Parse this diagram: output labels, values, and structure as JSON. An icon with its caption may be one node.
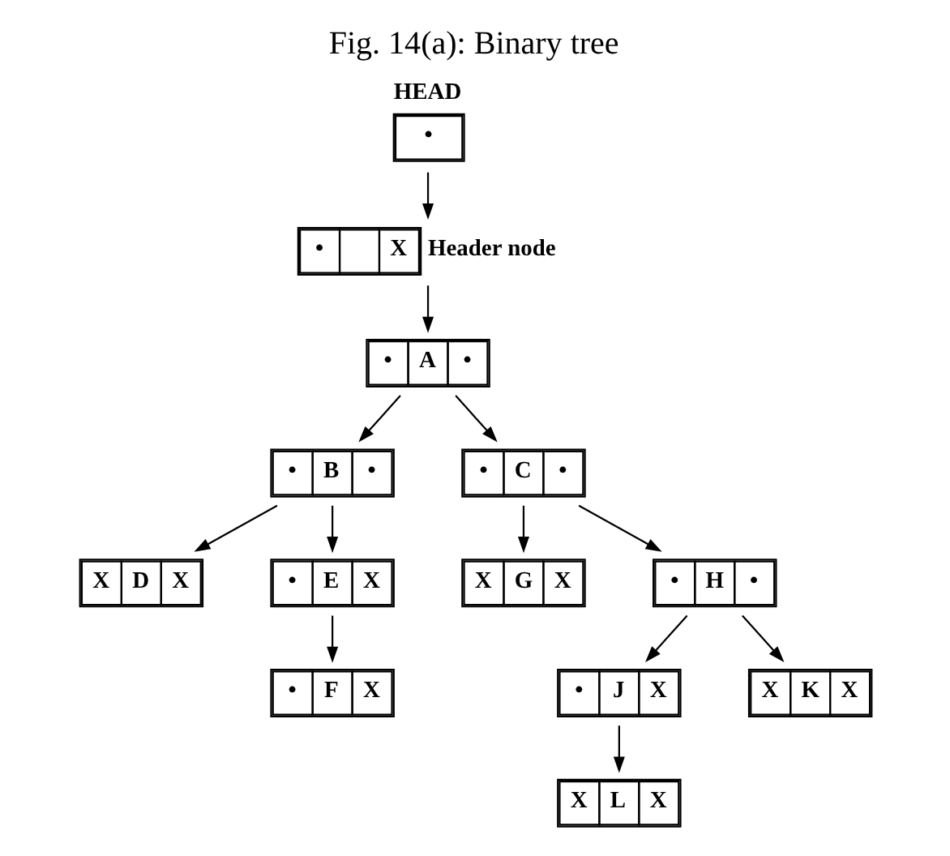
{
  "diagram": {
    "title": "Fig. 14(a): Binary tree",
    "nodes": [
      {
        "text": [
          "•"
        ],
        "beside": [
          "HEAD"
        ]
      },
      {
        "text": [
          "•",
          "X"
        ],
        "beside": [
          "Header node"
        ]
      },
      {
        "text": [
          "•",
          "A",
          "•"
        ]
      },
      {
        "text": [
          "•",
          "B",
          "•"
        ]
      },
      {
        "text": [
          "•",
          "C",
          "•"
        ]
      },
      {
        "text": [
          "X",
          "D",
          "X"
        ]
      },
      {
        "text": [
          "•",
          "E",
          "X"
        ]
      },
      {
        "text": [
          "X",
          "G",
          "X"
        ]
      },
      {
        "text": [
          "•",
          "H",
          "•"
        ]
      },
      {
        "text": [
          "•",
          "F",
          "X"
        ]
      },
      {
        "text": [
          "•",
          "J",
          "X"
        ]
      },
      {
        "text": [
          "X",
          "K",
          "X"
        ]
      },
      {
        "text": [
          "X",
          "L",
          "X"
        ]
      }
    ],
    "edges": [
      {
        "from": 0,
        "to": 1,
        "arrow": "to"
      },
      {
        "from": 1,
        "to": 2,
        "arrow": "to"
      },
      {
        "from": 2,
        "to": 3,
        "arrow": "to"
      },
      {
        "from": 2,
        "to": 4,
        "arrow": "to"
      },
      {
        "from": 3,
        "to": 5,
        "arrow": "to"
      },
      {
        "from": 3,
        "to": 6,
        "arrow": "to"
      },
      {
        "from": 6,
        "to": 9,
        "arrow": "to"
      },
      {
        "from": 4,
        "to": 7,
        "arrow": "to"
      },
      {
        "from": 4,
        "to": 8,
        "arrow": "to"
      },
      {
        "from": 8,
        "to": 10,
        "arrow": "to"
      },
      {
        "from": 8,
        "to": 11,
        "arrow": "to"
      },
      {
        "from": 10,
        "to": 12,
        "arrow": "to"
      }
    ]
  }
}
